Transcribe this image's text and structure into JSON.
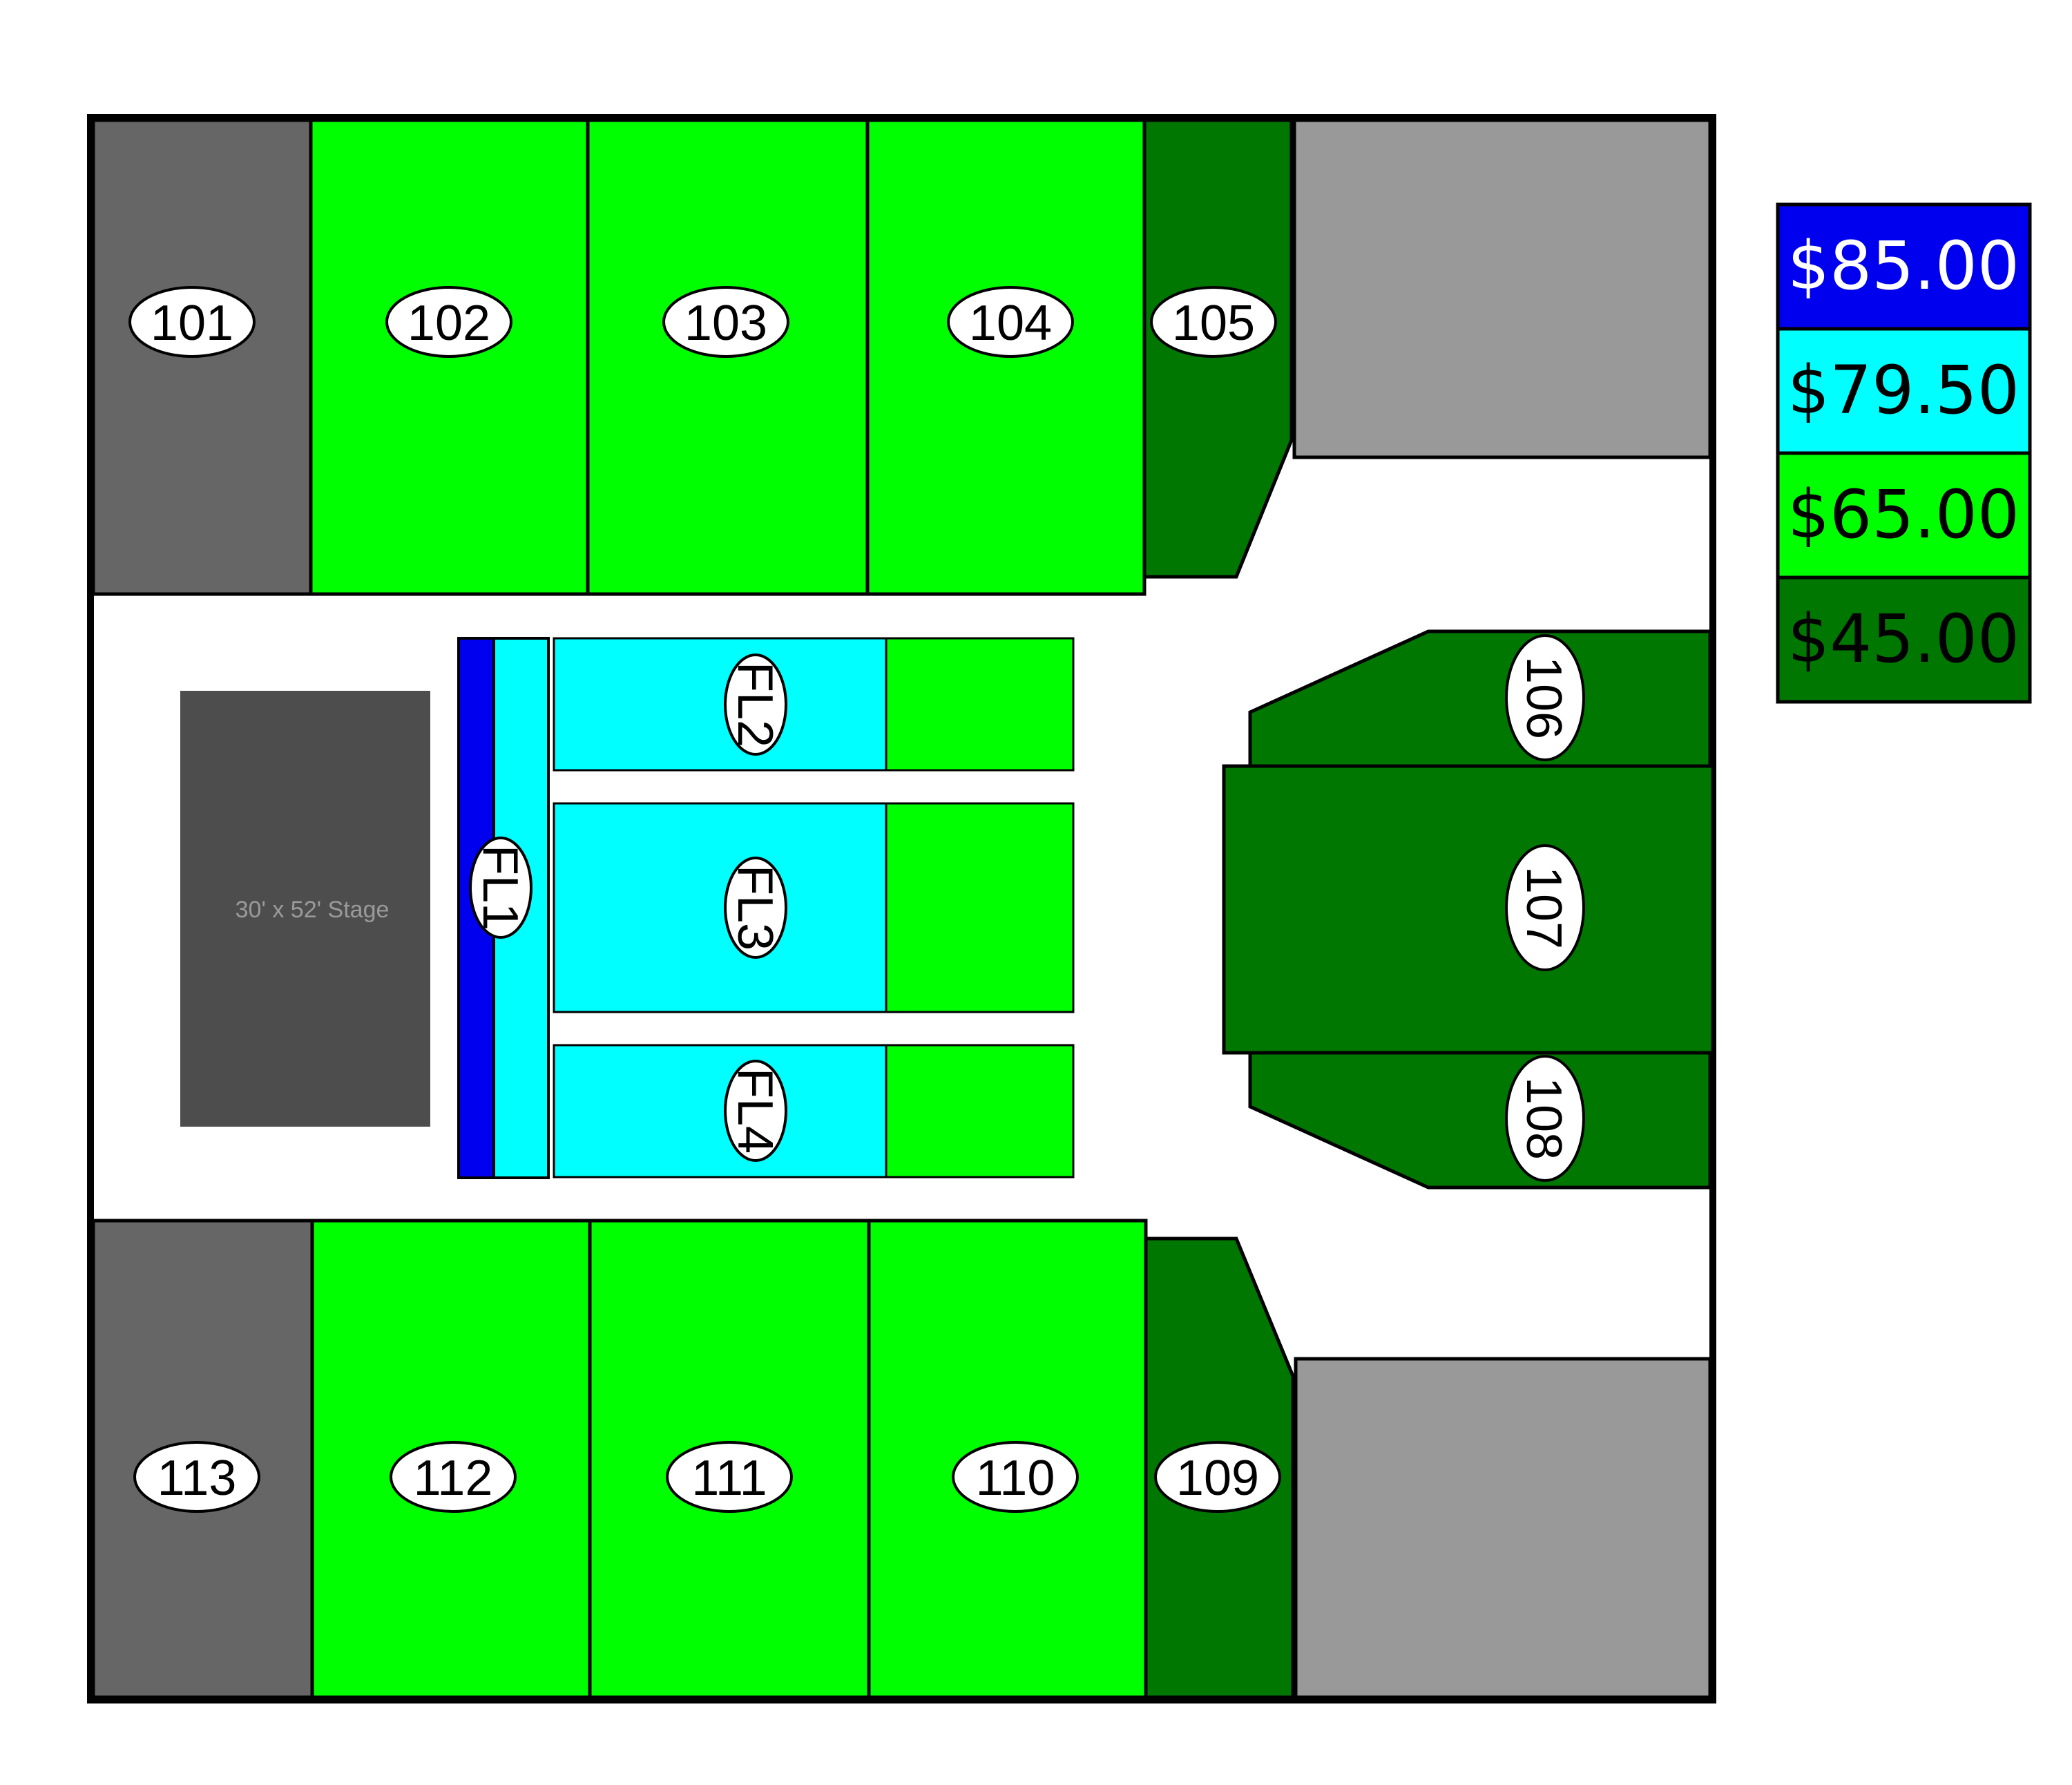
{
  "colors": {
    "p85": "#0000ee",
    "p79": "#00ffff",
    "p65": "#00ff00",
    "p45": "#007700",
    "unavailable": "#666666",
    "blocked": "#999999",
    "stage": "#4d4d4d"
  },
  "stage": {
    "label": "30' x 52' Stage"
  },
  "sections": {
    "s101": "101",
    "s102": "102",
    "s103": "103",
    "s104": "104",
    "s105": "105",
    "s106": "106",
    "s107": "107",
    "s108": "108",
    "s109": "109",
    "s110": "110",
    "s111": "111",
    "s112": "112",
    "s113": "113",
    "fl1": "FL1",
    "fl2": "FL2",
    "fl3": "FL3",
    "fl4": "FL4"
  },
  "legend": [
    {
      "price": "$85.00",
      "color": "#0000ee",
      "text_color": "#ffffff"
    },
    {
      "price": "$79.50",
      "color": "#00ffff",
      "text_color": "#000000"
    },
    {
      "price": "$65.00",
      "color": "#00ff00",
      "text_color": "#000000"
    },
    {
      "price": "$45.00",
      "color": "#007700",
      "text_color": "#000000"
    }
  ]
}
